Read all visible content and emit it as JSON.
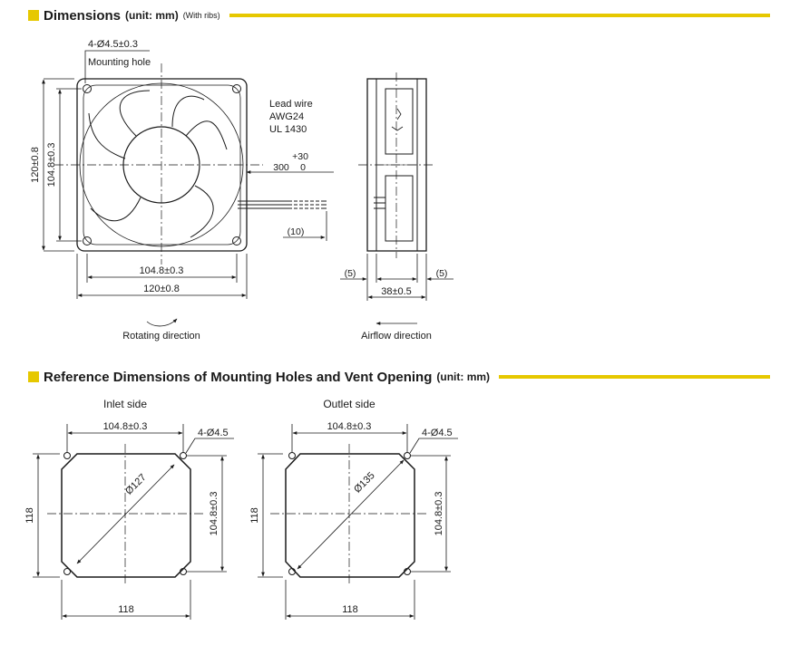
{
  "section1": {
    "title": "Dimensions",
    "unit": "(unit: mm)",
    "note": "(With ribs)"
  },
  "front_view": {
    "hole_label": "4-Ø4.5±0.3",
    "hole_caption": "Mounting hole",
    "dim_outer_v": "120±0.8",
    "dim_inner_v": "104.8±0.3",
    "dim_inner_h": "104.8±0.3",
    "dim_outer_h": "120±0.8",
    "rotating_label": "Rotating direction"
  },
  "lead_wire": {
    "line1": "Lead wire",
    "line2": "AWG24",
    "line3": "UL 1430",
    "tol_upper": "+30",
    "length": "300",
    "tol_lower": "0",
    "strip": "(10)"
  },
  "side_view": {
    "left_gap": "(5)",
    "right_gap": "(5)",
    "depth": "38±0.5",
    "airflow_label": "Airflow direction"
  },
  "section2": {
    "title": "Reference Dimensions of Mounting Holes and Vent Opening",
    "unit": "(unit: mm)"
  },
  "inlet": {
    "caption": "Inlet side",
    "pitch": "104.8±0.3",
    "holes": "4-Ø4.5",
    "diameter": "Ø127",
    "height": "118",
    "width": "118",
    "pitch_v": "104.8±0.3"
  },
  "outlet": {
    "caption": "Outlet side",
    "pitch": "104.8±0.3",
    "holes": "4-Ø4.5",
    "diameter": "Ø135",
    "height": "118",
    "width": "118",
    "pitch_v": "104.8±0.3"
  }
}
